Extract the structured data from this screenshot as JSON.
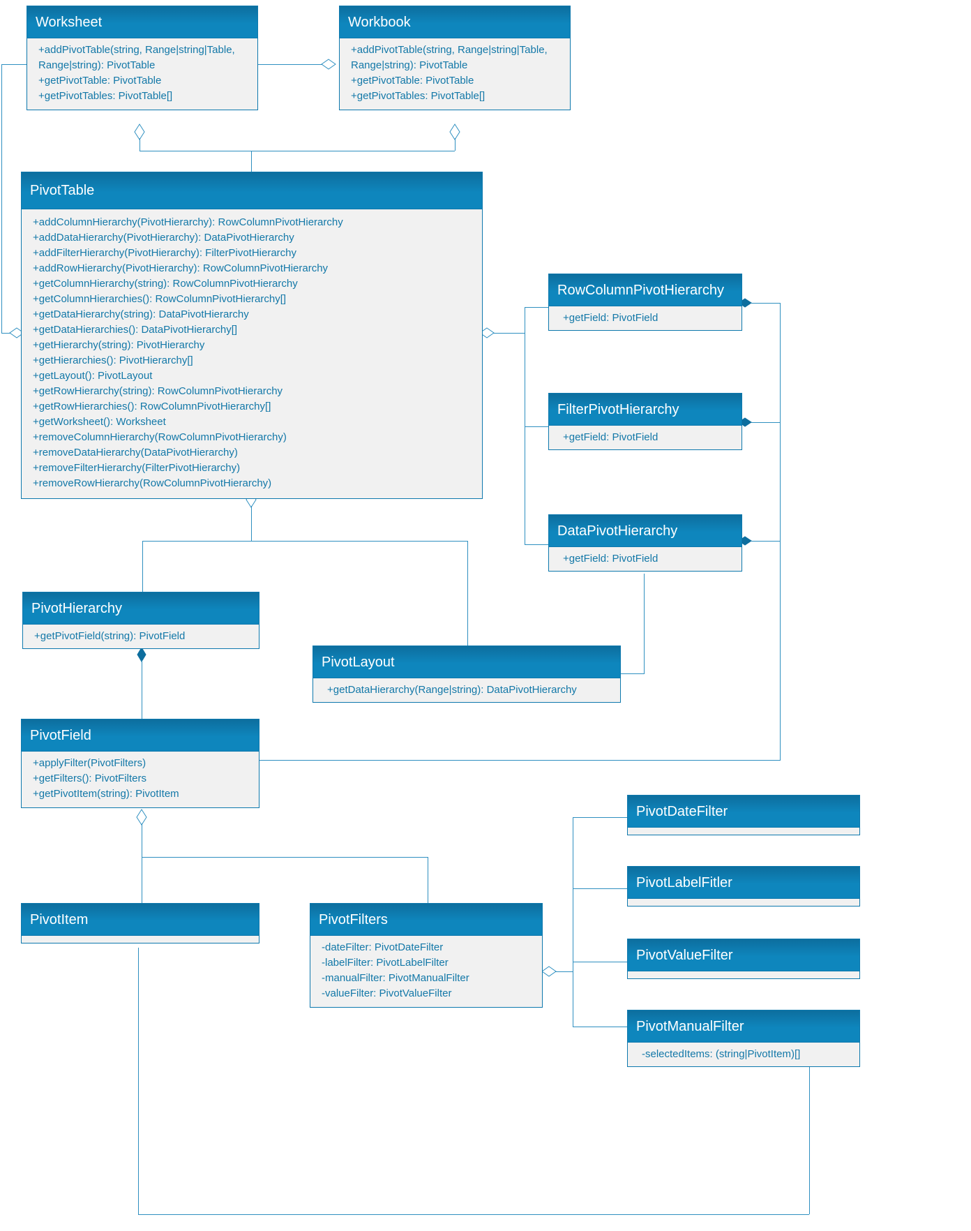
{
  "diagram": {
    "title": "Excel JavaScript API PivotTable class diagram",
    "accent": "#0e86bd",
    "line_color": "#2e8fc0",
    "body_bg": "#f1f1f1",
    "text_color": "#1378a8"
  },
  "classes": {
    "worksheet": {
      "name": "Worksheet",
      "members": [
        "+addPivotTable(string, Range|string|Table, Range|string): PivotTable",
        "+getPivotTable: PivotTable",
        "+getPivotTables: PivotTable[]"
      ]
    },
    "workbook": {
      "name": "Workbook",
      "members": [
        "+addPivotTable(string, Range|string|Table, Range|string): PivotTable",
        "+getPivotTable: PivotTable",
        "+getPivotTables: PivotTable[]"
      ]
    },
    "pivottable": {
      "name": "PivotTable",
      "members": [
        "+addColumnHierarchy(PivotHierarchy): RowColumnPivotHierarchy",
        "+addDataHierarchy(PivotHierarchy): DataPivotHierarchy",
        "+addFilterHierarchy(PivotHierarchy): FilterPivotHierarchy",
        "+addRowHierarchy(PivotHierarchy): RowColumnPivotHierarchy",
        "+getColumnHierarchy(string): RowColumnPivotHierarchy",
        "+getColumnHierarchies(): RowColumnPivotHierarchy[]",
        "+getDataHierarchy(string): DataPivotHierarchy",
        "+getDataHierarchies(): DataPivotHierarchy[]",
        "+getHierarchy(string): PivotHierarchy",
        "+getHierarchies(): PivotHierarchy[]",
        "+getLayout(): PivotLayout",
        "+getRowHierarchy(string): RowColumnPivotHierarchy",
        "+getRowHierarchies(): RowColumnPivotHierarchy[]",
        "+getWorksheet(): Worksheet",
        "+removeColumnHierarchy(RowColumnPivotHierarchy)",
        "+removeDataHierarchy(DataPivotHierarchy)",
        "+removeFilterHierarchy(FilterPivotHierarchy)",
        "+removeRowHierarchy(RowColumnPivotHierarchy)"
      ]
    },
    "rowcolumnpivothierarchy": {
      "name": "RowColumnPivotHierarchy",
      "members": [
        "+getField: PivotField"
      ]
    },
    "filterpivothierarchy": {
      "name": "FilterPivotHierarchy",
      "members": [
        "+getField: PivotField"
      ]
    },
    "datapivothierarchy": {
      "name": "DataPivotHierarchy",
      "members": [
        "+getField: PivotField"
      ]
    },
    "pivothierarchy": {
      "name": "PivotHierarchy",
      "members": [
        "+getPivotField(string): PivotField"
      ]
    },
    "pivotlayout": {
      "name": "PivotLayout",
      "members": [
        "+getDataHierarchy(Range|string): DataPivotHierarchy"
      ]
    },
    "pivotfield": {
      "name": "PivotField",
      "members": [
        "+applyFilter(PivotFilters)",
        "+getFilters(): PivotFilters",
        "+getPivotItem(string): PivotItem"
      ]
    },
    "pivotitem": {
      "name": "PivotItem",
      "members": []
    },
    "pivotfilters": {
      "name": "PivotFilters",
      "members": [
        "-dateFilter: PivotDateFilter",
        "-labelFilter: PivotLabelFilter",
        "-manualFilter: PivotManualFilter",
        "-valueFilter: PivotValueFilter"
      ]
    },
    "pivotdatefilter": {
      "name": "PivotDateFilter",
      "members": []
    },
    "pivotlabelfilter": {
      "name": "PivotLabelFitler",
      "members": []
    },
    "pivotvaluefilter": {
      "name": "PivotValueFilter",
      "members": []
    },
    "pivotmanualfilter": {
      "name": "PivotManualFilter",
      "members": [
        "-selectedItems: (string|PivotItem)[]"
      ]
    }
  }
}
